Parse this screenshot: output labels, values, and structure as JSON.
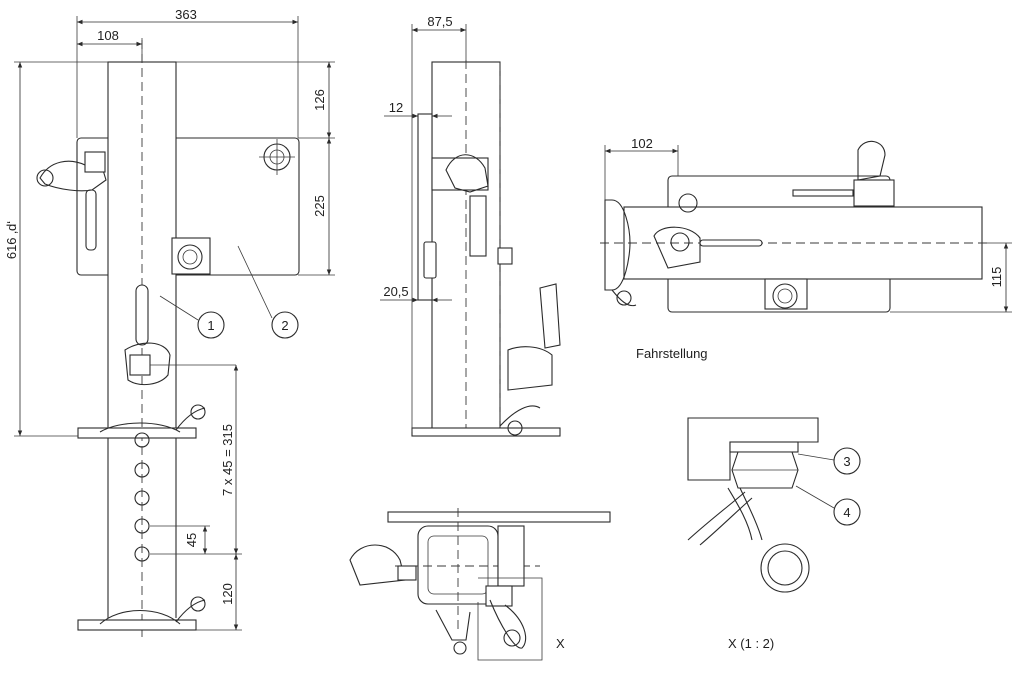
{
  "dimensions": {
    "d363": "363",
    "d108": "108",
    "d616d": "616 ‚d‘",
    "d126": "126",
    "d225": "225",
    "d7x45": "7 x 45 = 315",
    "d45": "45",
    "d120": "120",
    "d87_5": "87,5",
    "d12": "12",
    "d20_5": "20,5",
    "d102": "102",
    "d115": "115"
  },
  "callouts": {
    "c1": "1",
    "c2": "2",
    "c3": "3",
    "c4": "4"
  },
  "labels": {
    "fahrstellung": "Fahrstellung",
    "detail_mark": "X",
    "detail_title": "X  (1 : 2)"
  }
}
